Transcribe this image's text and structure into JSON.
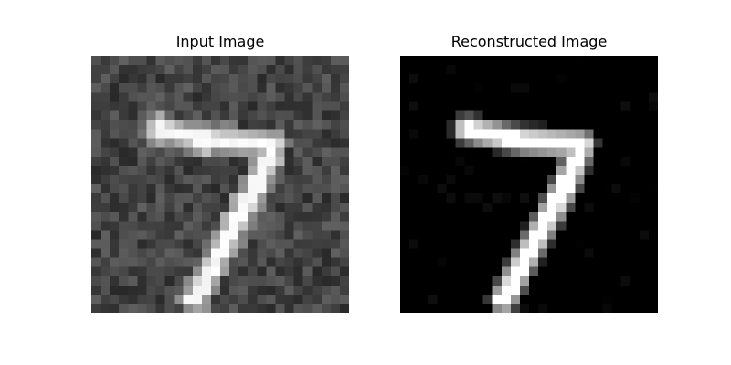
{
  "panels": [
    {
      "title": "Input Image"
    },
    {
      "title": "Reconstructed Image"
    }
  ],
  "colormap": "grayscale"
}
